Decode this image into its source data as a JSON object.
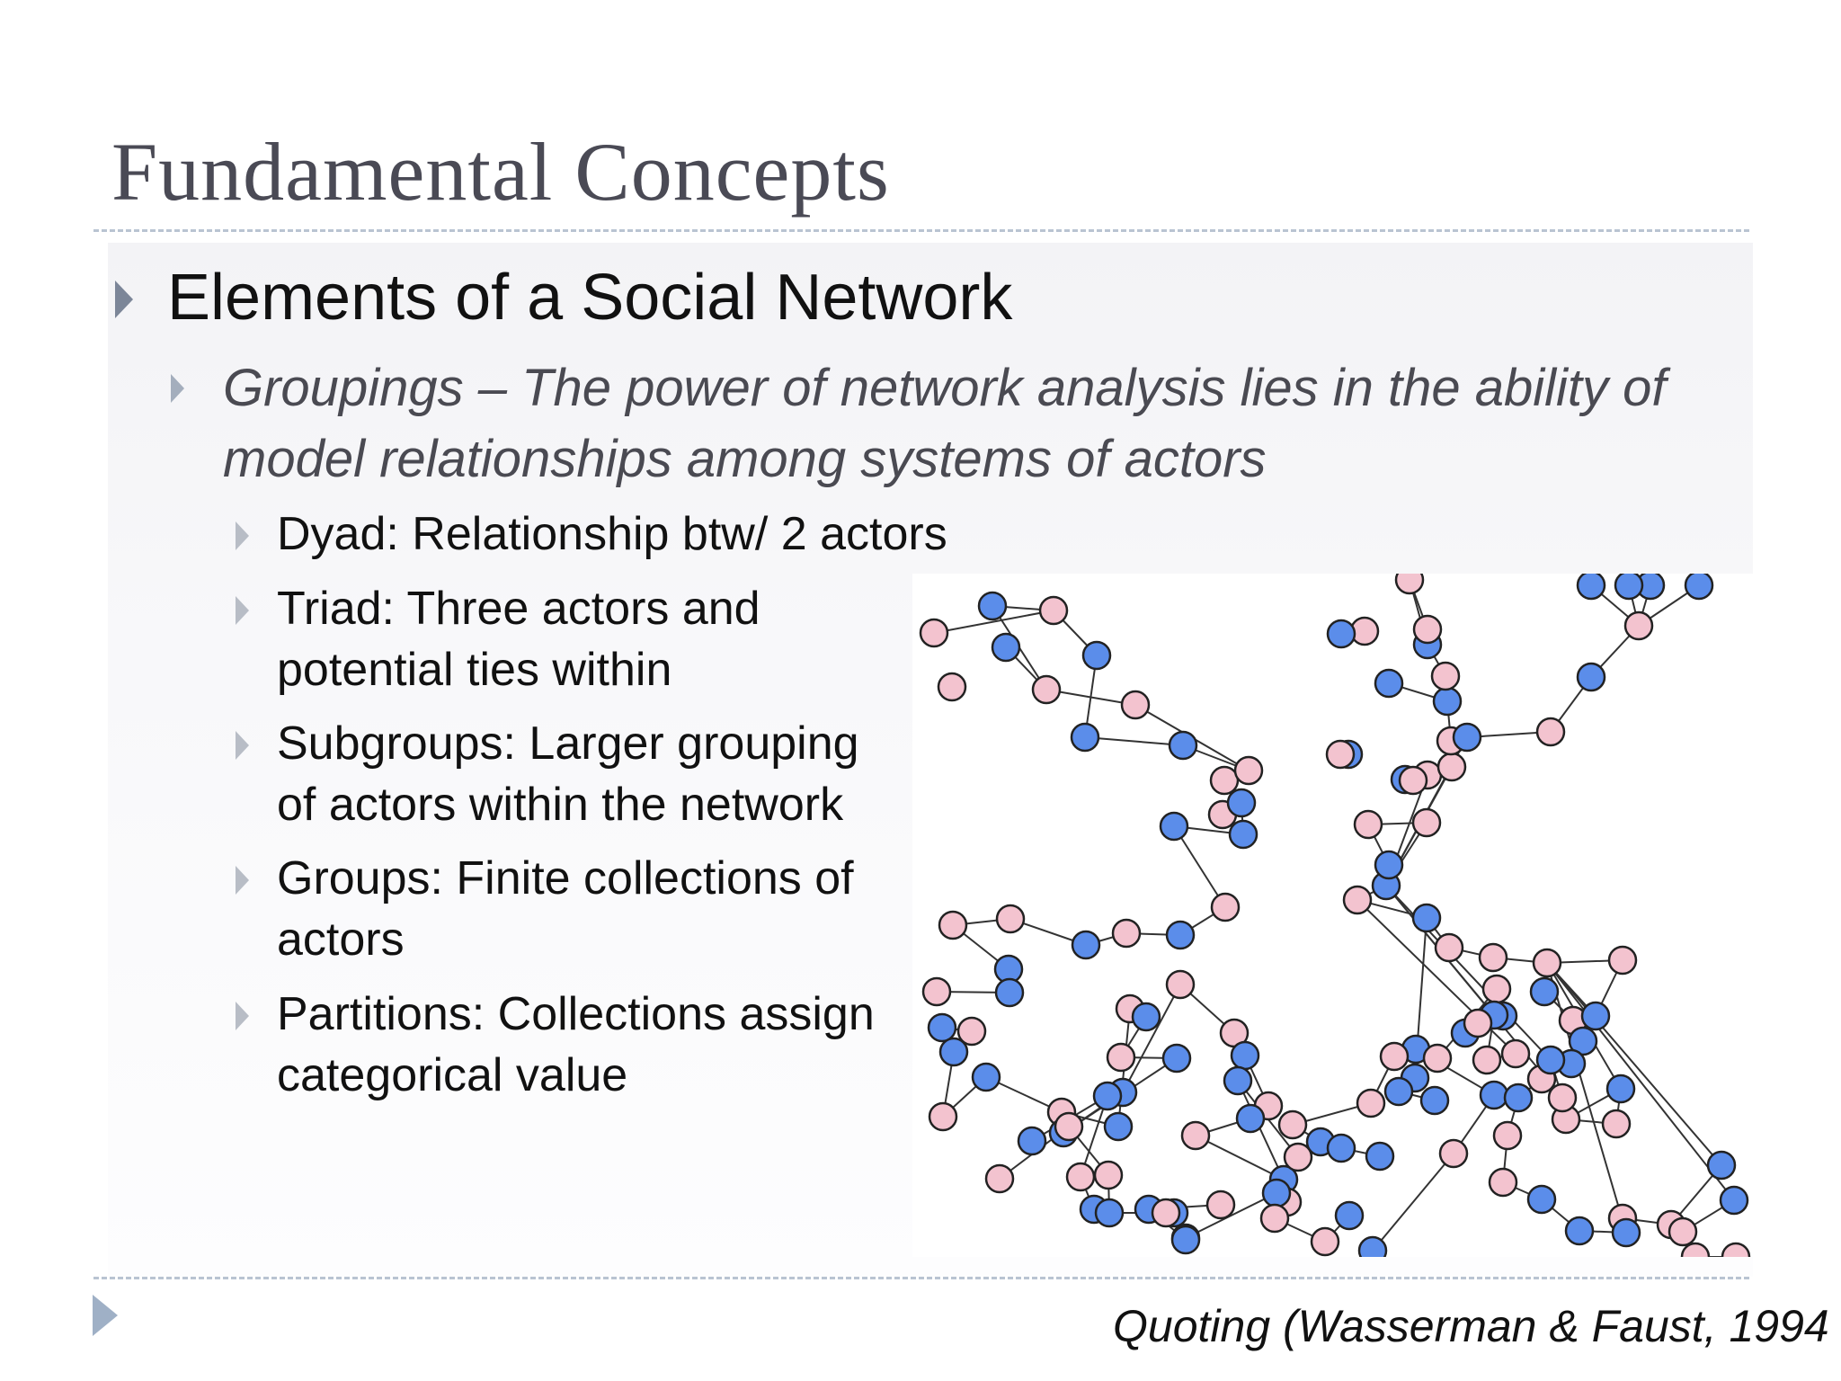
{
  "slide": {
    "title": "Fundamental Concepts",
    "level1": "Elements of a Social Network",
    "level2": "Groupings – The power of network analysis lies in the ability of model relationships among systems of actors",
    "items": [
      {
        "line1": "Dyad: Relationship btw/ 2 actors",
        "line2": ""
      },
      {
        "line1": "Triad: Three actors and",
        "line2": "potential ties within"
      },
      {
        "line1": "Subgroups: Larger grouping",
        "line2": "of actors within the network"
      },
      {
        "line1": "Groups: Finite collections of",
        "line2": "actors"
      },
      {
        "line1": "Partitions: Collections assign",
        "line2": "categorical value"
      }
    ],
    "citation": "Quoting (Wasserman & Faust, 1994"
  },
  "colors": {
    "node_blue": "#5b8dea",
    "node_pink": "#f3c3cf",
    "edge": "#333333",
    "title": "#4a4a55",
    "rule": "#b9c4d2"
  }
}
